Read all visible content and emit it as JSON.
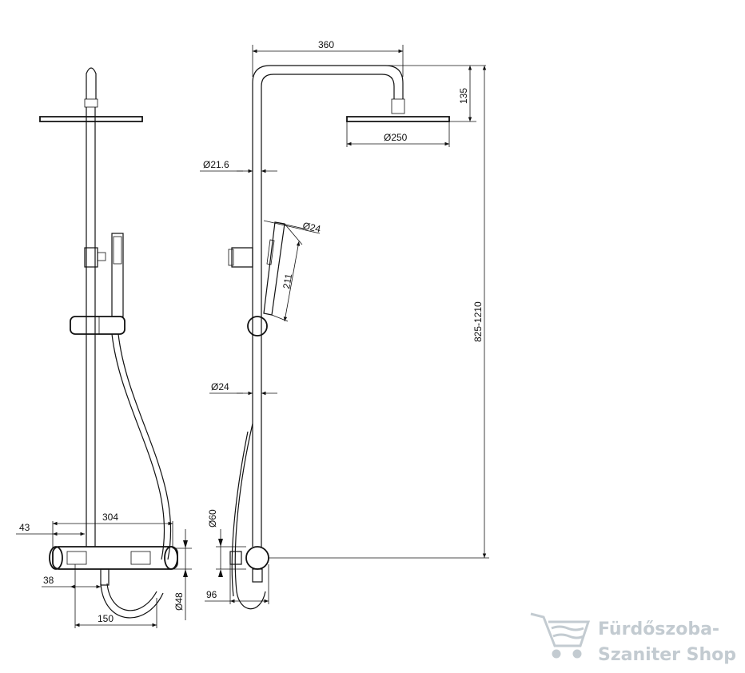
{
  "dimensions": {
    "width_top": "360",
    "height_head": "135",
    "head_diameter": "Ø250",
    "pipe_upper_diameter": "Ø21.6",
    "handshower_diameter": "Ø24",
    "handshower_length": "211",
    "height_range": "825-1210",
    "pipe_lower_diameter": "Ø24",
    "mixer_diameter": "Ø60",
    "mixer_depth": "96",
    "mixer_width": "304",
    "offset_left_top": "43",
    "offset_left_bottom": "38",
    "center_distance": "150",
    "body_diameter": "Ø48"
  },
  "watermark": {
    "line1": "Fürdőszoba-",
    "line2": "Szaniter Shop",
    "color": "#b9c3c9",
    "icon": "shopping-cart-icon"
  }
}
